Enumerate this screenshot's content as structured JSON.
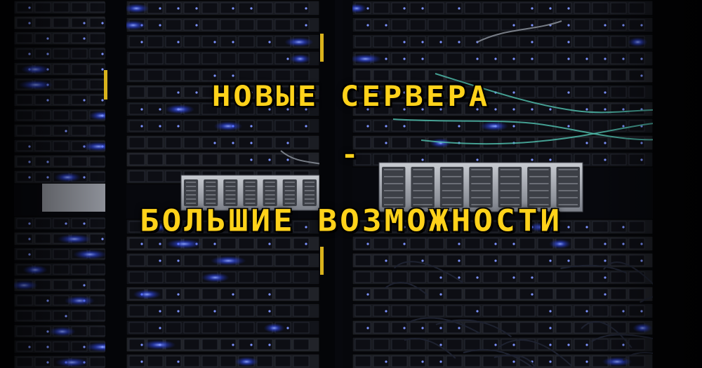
{
  "banner": {
    "line1": "НОВЫЕ СЕРВЕРА",
    "line2": "-",
    "line3": "БОЛЬШИЕ ВОЗМОЖНОСТИ"
  },
  "colors": {
    "headline": "#ffd21a",
    "led_blue": "#3b5bff",
    "cable_teal": "#4fb8a8",
    "rack_frame": "#0b0c10"
  },
  "photo": {
    "subject": "server-racks-photo"
  }
}
